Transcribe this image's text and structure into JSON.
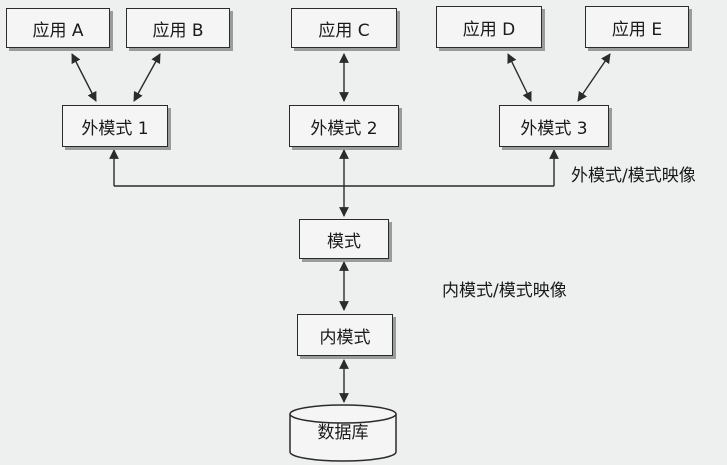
{
  "applications": [
    {
      "label": "应用 A"
    },
    {
      "label": "应用 B"
    },
    {
      "label": "应用 C"
    },
    {
      "label": "应用 D"
    },
    {
      "label": "应用 E"
    }
  ],
  "external_schemas": [
    {
      "label": "外模式 1"
    },
    {
      "label": "外模式 2"
    },
    {
      "label": "外模式 3"
    }
  ],
  "schema": {
    "label": "模式"
  },
  "internal_schema": {
    "label": "内模式"
  },
  "database": {
    "label": "数据库"
  },
  "mappings": {
    "external_to_conceptual": "外模式/模式映像",
    "conceptual_to_internal": "内模式/模式映像"
  }
}
